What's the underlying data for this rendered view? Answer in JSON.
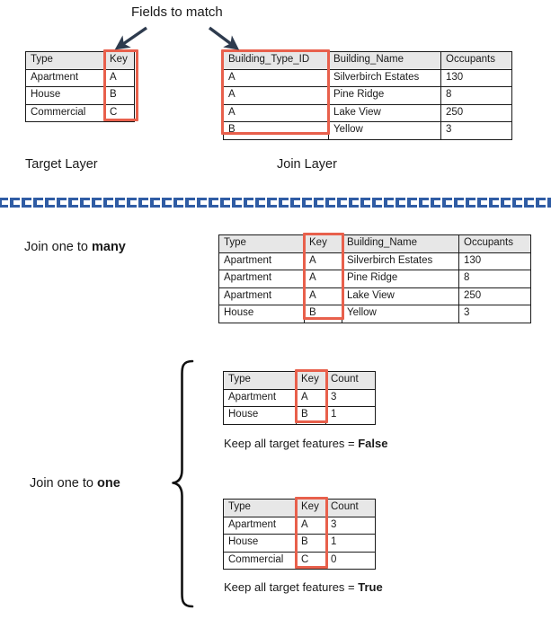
{
  "colors": {
    "highlight_red": "#e8604c",
    "arrow_navy": "#2e3b4e",
    "divider_blue": "#2f5ca4",
    "header_gray": "#e7e7e7",
    "text": "#1a1a1a"
  },
  "annotations": {
    "fields_to_match": "Fields to match",
    "target_layer": "Target Layer",
    "join_layer": "Join Layer",
    "join_one_to_many_prefix": "Join one to ",
    "join_one_to_many_emphasis": "many",
    "join_one_to_one_prefix": "Join one to ",
    "join_one_to_one_emphasis": "one",
    "keep_false_prefix": "Keep all target features = ",
    "keep_false_emphasis": "False",
    "keep_true_prefix": "Keep all target features = ",
    "keep_true_emphasis": "True"
  },
  "target_table": {
    "headers": [
      "Type",
      "Key"
    ],
    "rows": [
      [
        "Apartment",
        "A"
      ],
      [
        "House",
        "B"
      ],
      [
        "Commercial",
        "C"
      ]
    ],
    "highlight_column": "Key"
  },
  "join_table": {
    "headers": [
      "Building_Type_ID",
      "Building_Name",
      "Occupants"
    ],
    "rows": [
      [
        "A",
        "Silverbirch Estates",
        "130"
      ],
      [
        "A",
        "Pine Ridge",
        "8"
      ],
      [
        "A",
        "Lake View",
        "250"
      ],
      [
        "B",
        "Yellow",
        "3"
      ]
    ],
    "highlight_column": "Building_Type_ID"
  },
  "one_to_many_table": {
    "headers": [
      "Type",
      "Key",
      "Building_Name",
      "Occupants"
    ],
    "rows": [
      [
        "Apartment",
        "A",
        "Silverbirch Estates",
        "130"
      ],
      [
        "Apartment",
        "A",
        "Pine Ridge",
        "8"
      ],
      [
        "Apartment",
        "A",
        "Lake View",
        "250"
      ],
      [
        "House",
        "B",
        "Yellow",
        "3"
      ]
    ],
    "highlight_column": "Key"
  },
  "one_to_one_false_table": {
    "headers": [
      "Type",
      "Key",
      "Count"
    ],
    "rows": [
      [
        "Apartment",
        "A",
        "3"
      ],
      [
        "House",
        "B",
        "1"
      ]
    ],
    "highlight_column": "Key"
  },
  "one_to_one_true_table": {
    "headers": [
      "Type",
      "Key",
      "Count"
    ],
    "rows": [
      [
        "Apartment",
        "A",
        "3"
      ],
      [
        "House",
        "B",
        "1"
      ],
      [
        "Commercial",
        "C",
        "0"
      ]
    ],
    "highlight_column": "Key"
  }
}
